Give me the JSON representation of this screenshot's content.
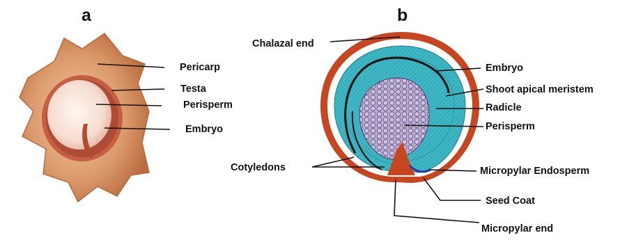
{
  "panel_a": {
    "letter": "a",
    "labels": {
      "pericarp": "Pericarp",
      "testa": "Testa",
      "perisperm": "Perisperm",
      "embryo": "Embryo"
    }
  },
  "panel_b": {
    "letter": "b",
    "labels": {
      "chalazal_end": "Chalazal end",
      "embryo": "Embryo",
      "shoot_apical_meristem": "Shoot apical meristem",
      "radicle": "Radicle",
      "perisperm": "Perisperm",
      "cotyledons": "Cotyledons",
      "micropylar_endosperm": "Micropylar Endosperm",
      "seed_coat": "Seed Coat",
      "micropylar_end": "Micropylar end"
    }
  },
  "colors": {
    "seed_coat": "#c8461f",
    "embryo": "#3fb7c4",
    "perisperm": "#a99ac0",
    "pericarp_photo": "#d9986b",
    "endosperm": "#2a3aa8"
  }
}
